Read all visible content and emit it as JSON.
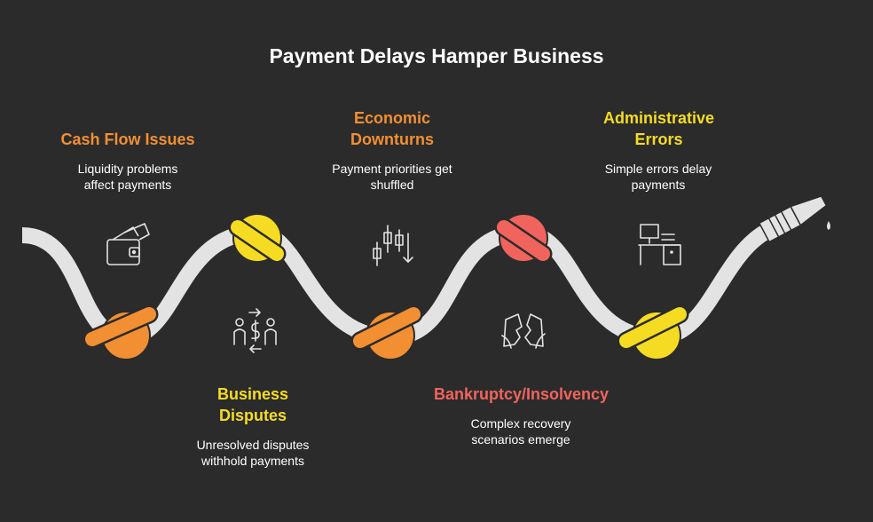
{
  "title": "Payment Delays Hamper Business",
  "colors": {
    "background": "#2b2b2b",
    "hose": "#e3e3e3",
    "orange": "#f28f33",
    "yellow": "#f5dc22",
    "red": "#f0645d",
    "text": "#ffffff"
  },
  "items": [
    {
      "title": "Cash Flow Issues",
      "description": "Liquidity problems affect payments",
      "color": "#f28f33",
      "icon": "wallet-icon"
    },
    {
      "title": "Business Disputes",
      "description": "Unresolved disputes withhold payments",
      "color": "#f5dc22",
      "icon": "people-exchange-icon"
    },
    {
      "title": "Economic Downturns",
      "description": "Payment priorities get shuffled",
      "color": "#f28f33",
      "icon": "candlestick-down-icon"
    },
    {
      "title": "Bankruptcy/Insolvency",
      "description": "Complex recovery scenarios emerge",
      "color": "#f0645d",
      "icon": "torn-document-icon"
    },
    {
      "title": "Administrative Errors",
      "description": "Simple errors delay payments",
      "color": "#f5dc22",
      "icon": "desk-computer-icon"
    }
  ]
}
